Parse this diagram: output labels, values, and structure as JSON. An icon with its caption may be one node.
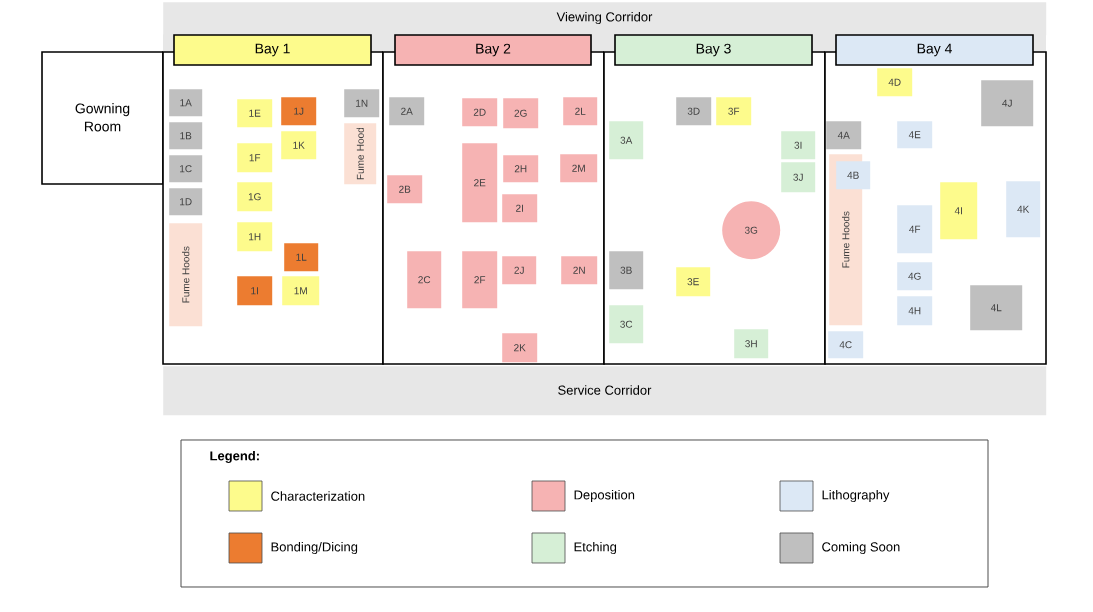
{
  "diagram": {
    "nodes": [
      {
        "text": [
          "Viewing Corridor"
        ]
      },
      {
        "text": [
          "Gowning Room"
        ]
      },
      {
        "text": [
          "Bay 1"
        ]
      },
      {
        "text": [
          "1A"
        ],
        "in": 2
      },
      {
        "text": [
          "1B"
        ],
        "in": 2
      },
      {
        "text": [
          "1C"
        ],
        "in": 2
      },
      {
        "text": [
          "1D"
        ],
        "in": 2
      },
      {
        "text": [
          "Fume Hoods"
        ],
        "in": 2
      },
      {
        "text": [
          "1E"
        ],
        "in": 2
      },
      {
        "text": [
          "1F"
        ],
        "in": 2
      },
      {
        "text": [
          "1G"
        ],
        "in": 2
      },
      {
        "text": [
          "1H"
        ],
        "in": 2
      },
      {
        "text": [
          "1I"
        ],
        "in": 2
      },
      {
        "text": [
          "1J"
        ],
        "in": 2
      },
      {
        "text": [
          "1K"
        ],
        "in": 2
      },
      {
        "text": [
          "1L"
        ],
        "in": 2
      },
      {
        "text": [
          "1M"
        ],
        "in": 2
      },
      {
        "text": [
          "1N"
        ],
        "in": 2
      },
      {
        "text": [
          "Fume Hood"
        ],
        "in": 2
      },
      {
        "text": [
          "Bay 2"
        ]
      },
      {
        "text": [
          "2A"
        ],
        "in": 19
      },
      {
        "text": [
          "2B"
        ],
        "in": 19
      },
      {
        "text": [
          "2C"
        ],
        "in": 19
      },
      {
        "text": [
          "2D"
        ],
        "in": 19
      },
      {
        "text": [
          "2E"
        ],
        "in": 19
      },
      {
        "text": [
          "2F"
        ],
        "in": 19
      },
      {
        "text": [
          "2G"
        ],
        "in": 19
      },
      {
        "text": [
          "2H"
        ],
        "in": 19
      },
      {
        "text": [
          "2I"
        ],
        "in": 19
      },
      {
        "text": [
          "2J"
        ],
        "in": 19
      },
      {
        "text": [
          "2K"
        ],
        "in": 19
      },
      {
        "text": [
          "2L"
        ],
        "in": 19
      },
      {
        "text": [
          "2M"
        ],
        "in": 19
      },
      {
        "text": [
          "2N"
        ],
        "in": 19
      },
      {
        "text": [
          "Bay 3"
        ]
      },
      {
        "text": [
          "3A"
        ],
        "in": 34
      },
      {
        "text": [
          "3B"
        ],
        "in": 34
      },
      {
        "text": [
          "3C"
        ],
        "in": 34
      },
      {
        "text": [
          "3D"
        ],
        "in": 34
      },
      {
        "text": [
          "3E"
        ],
        "in": 34
      },
      {
        "text": [
          "3F"
        ],
        "in": 34
      },
      {
        "text": [
          "3G"
        ],
        "in": 34
      },
      {
        "text": [
          "3H"
        ],
        "in": 34
      },
      {
        "text": [
          "3I"
        ],
        "in": 34
      },
      {
        "text": [
          "3J"
        ],
        "in": 34
      },
      {
        "text": [
          "Bay 4"
        ]
      },
      {
        "text": [
          "Fume Hoods"
        ],
        "in": 45
      },
      {
        "text": [
          "4A"
        ],
        "in": 45
      },
      {
        "text": [
          "4B"
        ],
        "in": 45
      },
      {
        "text": [
          "4C"
        ],
        "in": 45
      },
      {
        "text": [
          "4D"
        ],
        "in": 45
      },
      {
        "text": [
          "4E"
        ],
        "in": 45
      },
      {
        "text": [
          "4F"
        ],
        "in": 45
      },
      {
        "text": [
          "4G"
        ],
        "in": 45
      },
      {
        "text": [
          "4H"
        ],
        "in": 45
      },
      {
        "text": [
          "4I"
        ],
        "in": 45
      },
      {
        "text": [
          "4J"
        ],
        "in": 45
      },
      {
        "text": [
          "4K"
        ],
        "in": 45
      },
      {
        "text": [
          "4L"
        ],
        "in": 45
      },
      {
        "text": [
          "Service Corridor"
        ]
      }
    ],
    "labels": [
      "Legend:"
    ],
    "legend": [
      {
        "text": "Characterization",
        "color": "#fdfb8c"
      },
      {
        "text": "Deposition",
        "color": "#f6b3b3"
      },
      {
        "text": "Lithography",
        "color": "#dce8f5"
      },
      {
        "text": "Bonding/Dicing",
        "color": "#ec7c30"
      },
      {
        "text": "Etching",
        "color": "#d6efd6"
      },
      {
        "text": "Coming Soon",
        "color": "#bfbfbf"
      }
    ]
  }
}
